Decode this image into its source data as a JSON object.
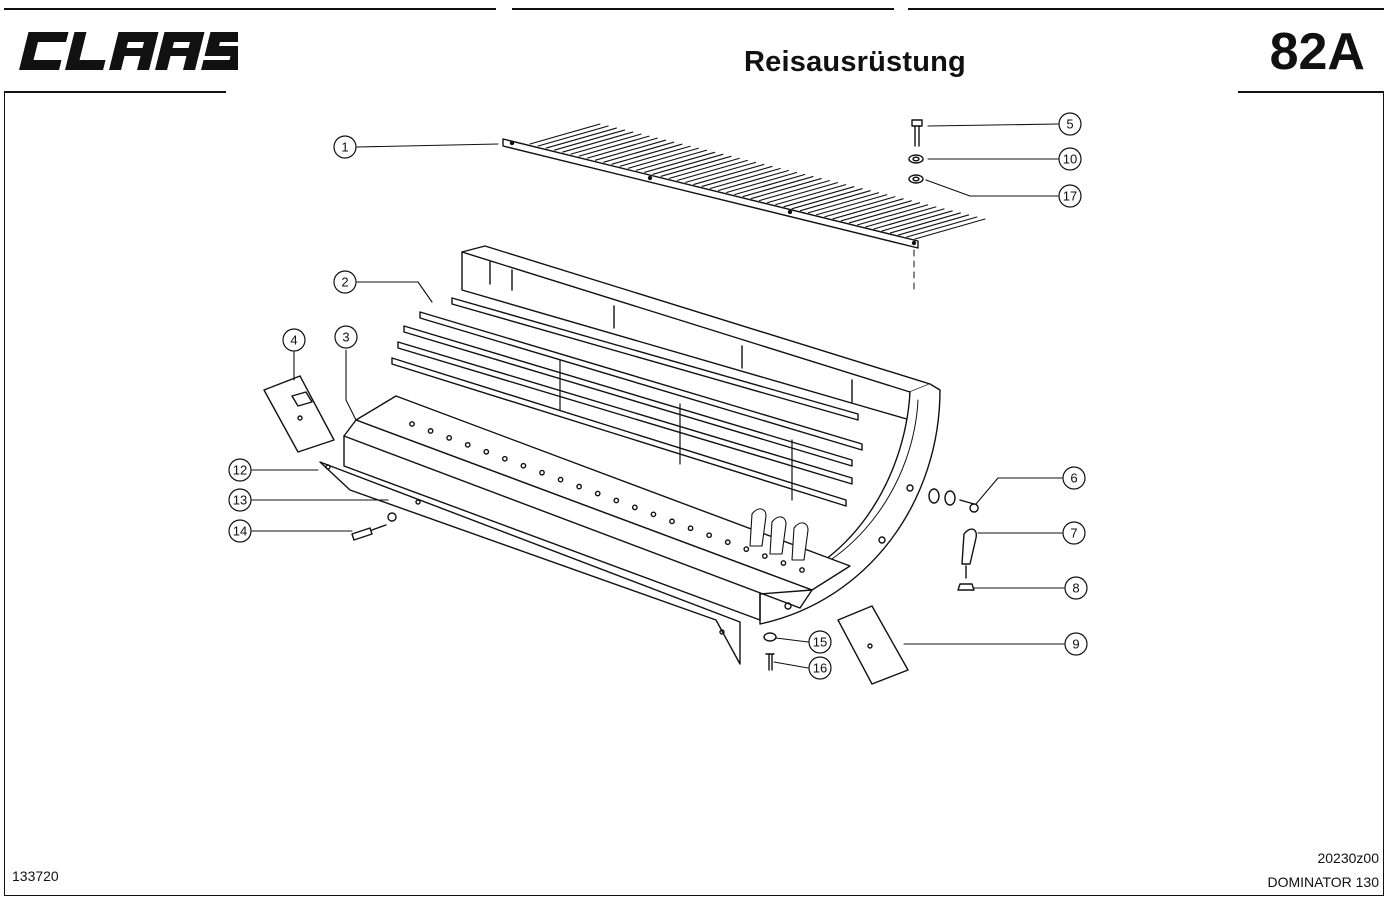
{
  "header": {
    "brand": "CLAAS",
    "title": "Reisausrüstung",
    "page_number": "82A"
  },
  "footer": {
    "left_code": "133720",
    "drawing_code": "20230z00",
    "model": "DOMINATOR 130"
  },
  "callouts": [
    "1",
    "2",
    "3",
    "4",
    "5",
    "6",
    "7",
    "8",
    "9",
    "10",
    "12",
    "13",
    "14",
    "15",
    "16",
    "17"
  ]
}
